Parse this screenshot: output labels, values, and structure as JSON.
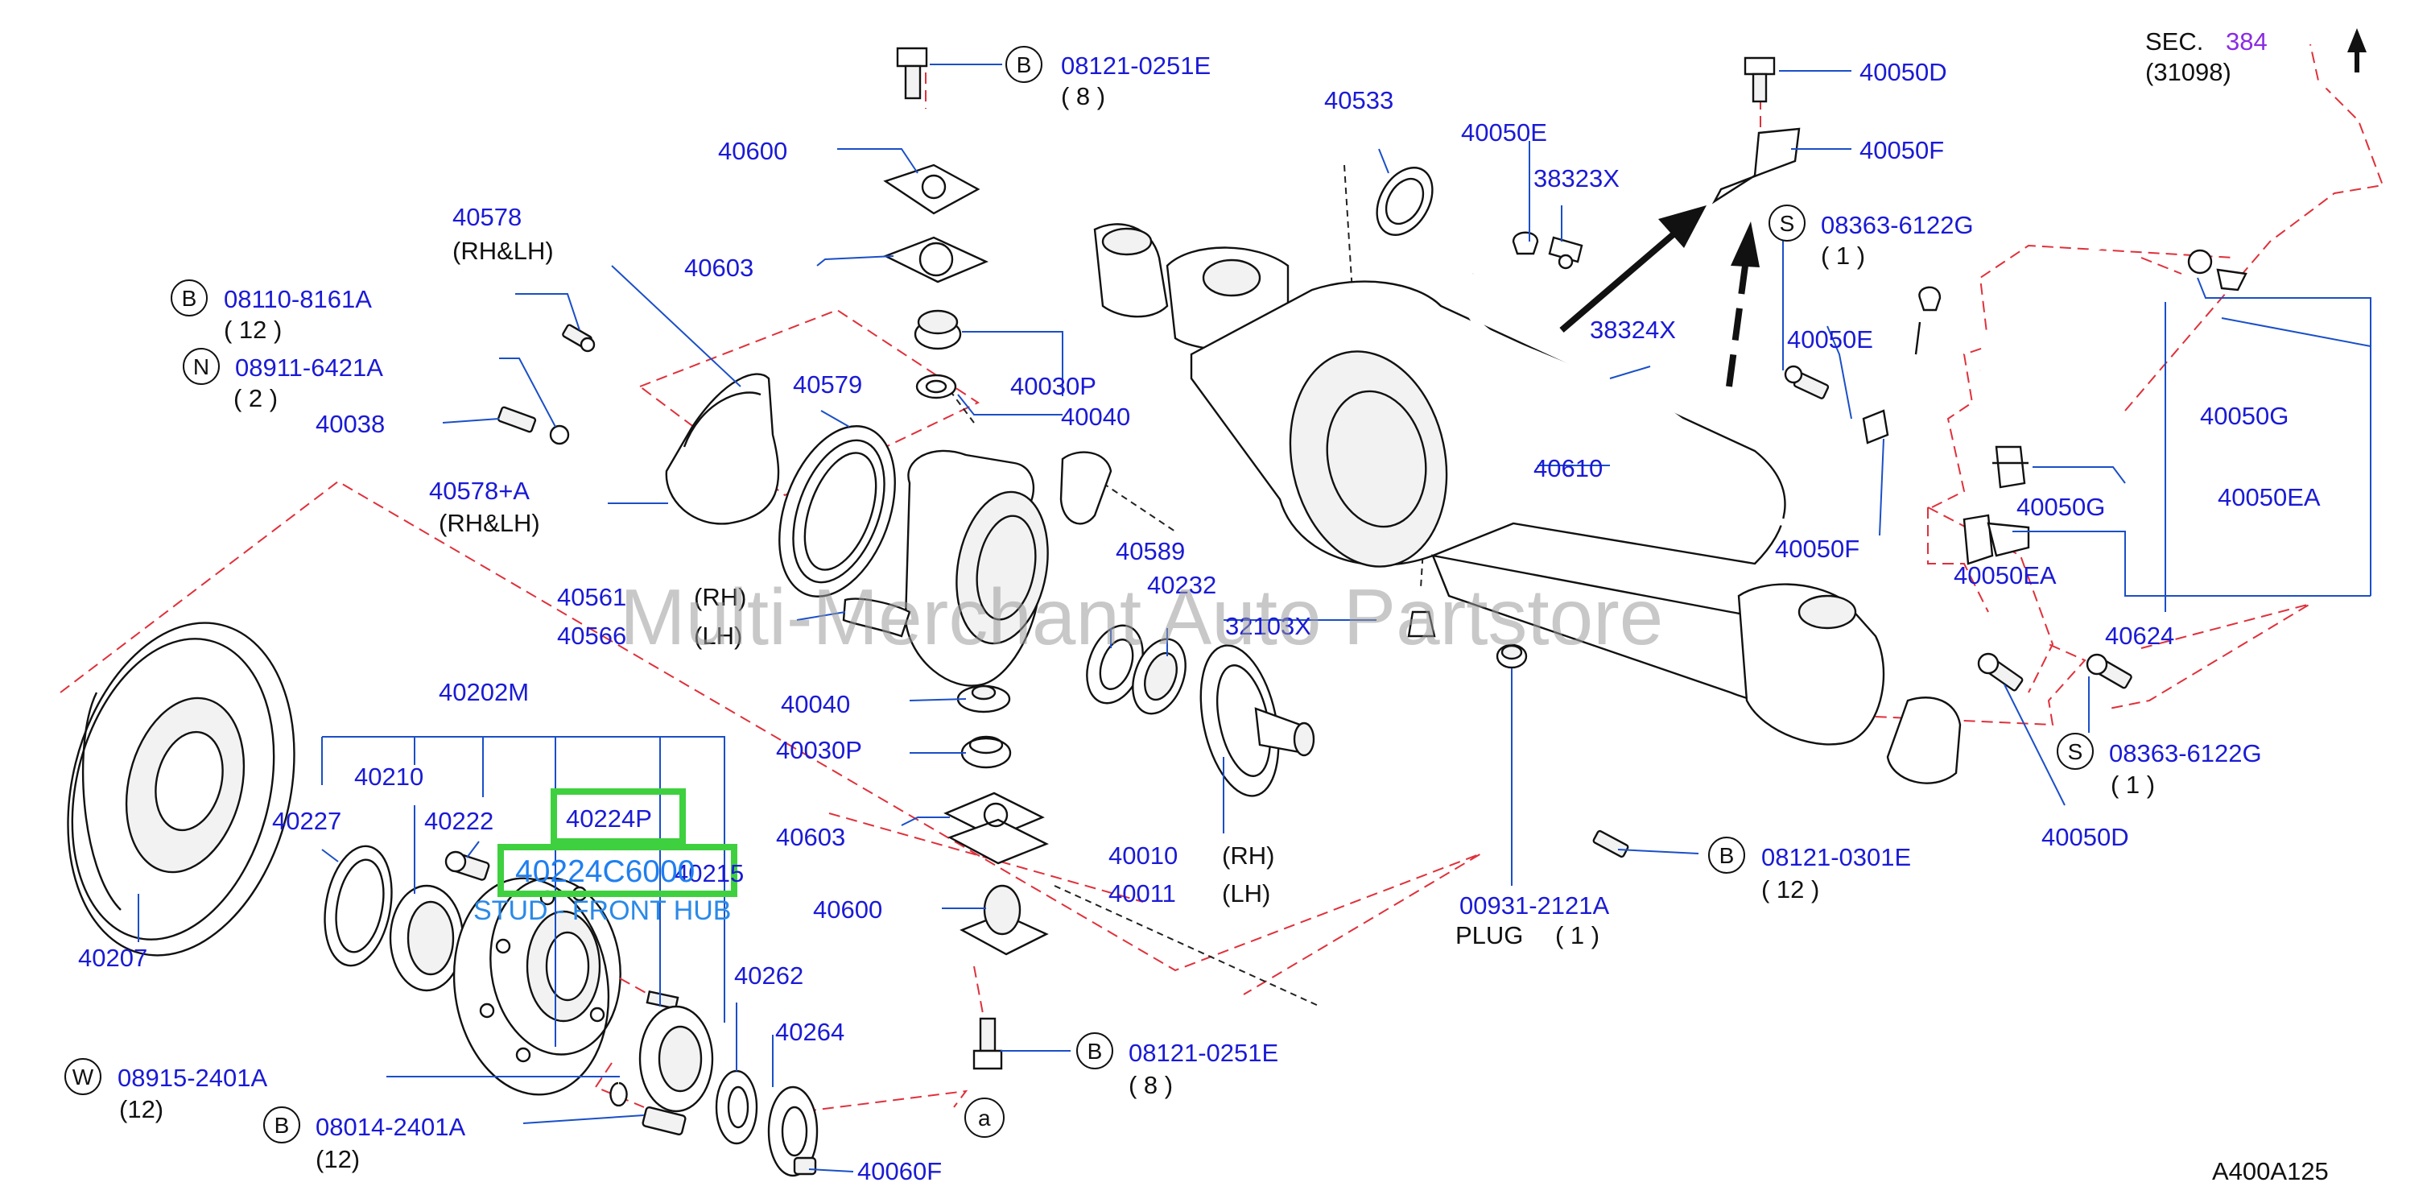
{
  "diagram_code": "A400A125",
  "watermark": "Multi-Merchant Auto Partstore",
  "sec": {
    "prefix": "SEC.",
    "number": "384",
    "sub": "(31098)"
  },
  "highlight": {
    "part": "40224P",
    "alt_part": "40224C6000",
    "desc": "STUD - FRONT HUB"
  },
  "callouts": [
    {
      "symbol": "B",
      "code": "08121-0251E",
      "qty": "( 8 )"
    },
    {
      "symbol": "B",
      "code": "08110-8161A",
      "qty": "( 12 )"
    },
    {
      "symbol": "N",
      "code": "08911-6421A",
      "qty": "( 2 )"
    },
    {
      "symbol": "S",
      "code": "08363-6122G",
      "qty": "( 1 )"
    },
    {
      "symbol": "S",
      "code": "08363-6122G",
      "qty": "( 1 )"
    },
    {
      "symbol": "B",
      "code": "08121-0301E",
      "qty": "( 12 )"
    },
    {
      "symbol": "B",
      "code": "08121-0251E",
      "qty": "( 8 )"
    },
    {
      "symbol": "W",
      "code": "08915-2401A",
      "qty": "(12)"
    },
    {
      "symbol": "B",
      "code": "08014-2401A",
      "qty": "(12)"
    }
  ],
  "labels": [
    {
      "id": "40600_top",
      "text": "40600"
    },
    {
      "id": "40533",
      "text": "40533"
    },
    {
      "id": "40050D_top",
      "text": "40050D"
    },
    {
      "id": "40050F_top",
      "text": "40050F"
    },
    {
      "id": "40050E_top",
      "text": "40050E"
    },
    {
      "id": "38323X",
      "text": "38323X"
    },
    {
      "id": "40578",
      "text": "40578"
    },
    {
      "id": "40578_side",
      "text": "(RH&LH)"
    },
    {
      "id": "40603_top",
      "text": "40603"
    },
    {
      "id": "40030P_top",
      "text": "40030P"
    },
    {
      "id": "40040_top",
      "text": "40040"
    },
    {
      "id": "40579",
      "text": "40579"
    },
    {
      "id": "40038",
      "text": "40038"
    },
    {
      "id": "40578A",
      "text": "40578+A"
    },
    {
      "id": "40578A_side",
      "text": "(RH&LH)"
    },
    {
      "id": "38324X",
      "text": "38324X"
    },
    {
      "id": "40050E_mid",
      "text": "40050E"
    },
    {
      "id": "40610",
      "text": "40610"
    },
    {
      "id": "40050G_right",
      "text": "40050G"
    },
    {
      "id": "40050EA_right",
      "text": "40050EA"
    },
    {
      "id": "40050G_mid",
      "text": "40050G"
    },
    {
      "id": "40050EA_mid",
      "text": "40050EA"
    },
    {
      "id": "40050F_mid",
      "text": "40050F"
    },
    {
      "id": "40624",
      "text": "40624"
    },
    {
      "id": "40589",
      "text": "40589"
    },
    {
      "id": "40232",
      "text": "40232"
    },
    {
      "id": "40561",
      "text": "40561"
    },
    {
      "id": "40561_side",
      "text": "(RH)"
    },
    {
      "id": "40566",
      "text": "40566"
    },
    {
      "id": "40566_side",
      "text": "(LH)"
    },
    {
      "id": "32103X",
      "text": "32103X"
    },
    {
      "id": "40202M",
      "text": "40202M"
    },
    {
      "id": "40040_low",
      "text": "40040"
    },
    {
      "id": "40030P_low",
      "text": "40030P"
    },
    {
      "id": "40210",
      "text": "40210"
    },
    {
      "id": "40227",
      "text": "40227"
    },
    {
      "id": "40222",
      "text": "40222"
    },
    {
      "id": "40215",
      "text": "40215"
    },
    {
      "id": "40603_low",
      "text": "40603"
    },
    {
      "id": "40010",
      "text": "40010"
    },
    {
      "id": "40010_side",
      "text": "(RH)"
    },
    {
      "id": "40011",
      "text": "40011"
    },
    {
      "id": "40011_side",
      "text": "(LH)"
    },
    {
      "id": "40050D_low",
      "text": "40050D"
    },
    {
      "id": "00931",
      "text": "00931-2121A"
    },
    {
      "id": "plug",
      "text": "PLUG"
    },
    {
      "id": "plug_qty",
      "text": "( 1 )"
    },
    {
      "id": "40207",
      "text": "40207"
    },
    {
      "id": "40600_low",
      "text": "40600"
    },
    {
      "id": "40262",
      "text": "40262"
    },
    {
      "id": "40264",
      "text": "40264"
    },
    {
      "id": "40060F",
      "text": "40060F"
    },
    {
      "id": "a_mark",
      "text": "a"
    }
  ]
}
